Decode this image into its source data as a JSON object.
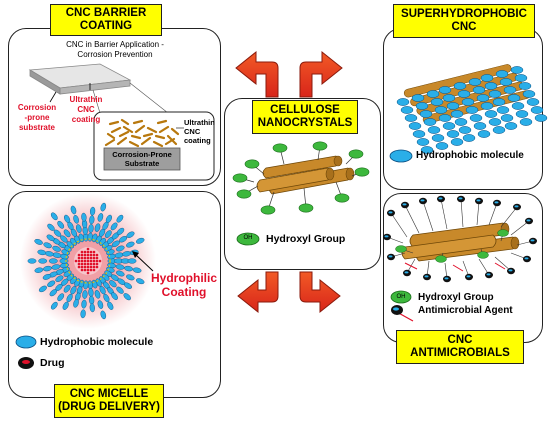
{
  "center": {
    "title_line1": "CELLULOSE",
    "title_line2": "NANOCRYSTALS",
    "legend_label": "Hydroxyl Group",
    "oh_badge": "OH"
  },
  "barrier": {
    "title_line1": "CNC BARRIER",
    "title_line2": "COATING",
    "heading_line1": "CNC in Barrier Application -",
    "heading_line2": "Corrosion Prevention",
    "substrate_l1": "Corrosion",
    "substrate_l2": "-prone",
    "substrate_l3": "substrate",
    "coating_l1": "Ultrathin",
    "coating_l2": "CNC",
    "coating_l3": "coating",
    "inset_coating_l1": "Ultrathin",
    "inset_coating_l2": "CNC",
    "inset_coating_l3": "coating",
    "inset_substrate_l1": "Corrosion-Prone",
    "inset_substrate_l2": "Substrate"
  },
  "superhydrophobic": {
    "title_line1": "SUPERHYDROPHOBIC",
    "title_line2": "CNC",
    "legend_label": "Hydrophobic molecule"
  },
  "micelle": {
    "title_line1": "CNC MICELLE",
    "title_line2": "(DRUG DELIVERY)",
    "coating_l1": "Hydrophilic",
    "coating_l2": "Coating",
    "legend_molecule": "Hydrophobic molecule",
    "legend_drug": "Drug"
  },
  "antimicrobial": {
    "title_line1": "CNC",
    "title_line2": "ANTIMICROBIALS",
    "legend_hydroxyl": "Hydroxyl Group",
    "legend_agent": "Antimicrobial Agent",
    "oh_badge": "OH"
  },
  "colors": {
    "label_yellow": "#ffff00",
    "cellulose_brown": "#c8892a",
    "hydroxyl_green": "#3db83d",
    "hydrophobic_blue": "#2aaee8",
    "arrow_red": "#e8341c",
    "drug_red": "#e0102a",
    "micelle_glow": "#f0a0a6"
  }
}
